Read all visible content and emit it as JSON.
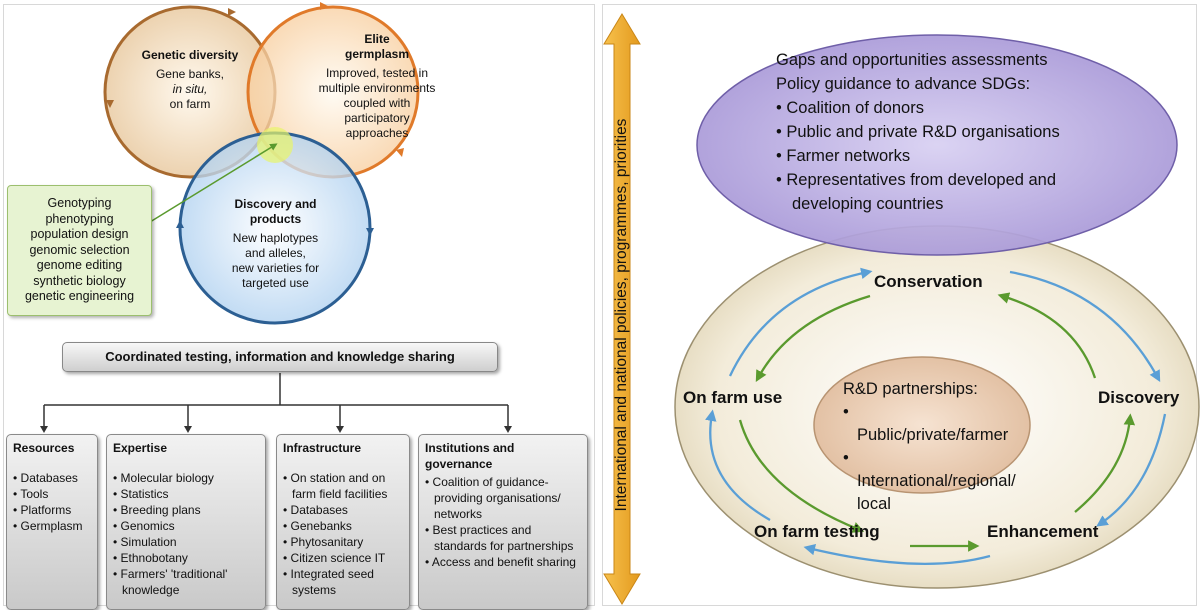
{
  "venn": {
    "genetic_diversity": {
      "title": "Genetic diversity",
      "lines": [
        "Gene banks,",
        "in situ,",
        "on farm"
      ]
    },
    "elite_germplasm": {
      "title": "Elite germplasm",
      "lines": [
        "Improved, tested in",
        "multiple environments",
        "coupled with",
        "participatory",
        "approaches"
      ]
    },
    "discovery_products": {
      "title": "Discovery and products",
      "lines": [
        "New haplotypes",
        "and alleles,",
        "new varieties for",
        "targeted use"
      ]
    }
  },
  "tools_box": {
    "items": [
      "Genotyping",
      "phenotyping",
      "population design",
      "genomic selection",
      "genome editing",
      "synthetic biology",
      "genetic engineering"
    ]
  },
  "coordinated_box": {
    "label": "Coordinated testing, information and knowledge sharing"
  },
  "categories": [
    {
      "title": "Resources",
      "items": [
        "Databases",
        "Tools",
        "Platforms",
        "Germplasm"
      ]
    },
    {
      "title": "Expertise",
      "items": [
        "Molecular biology",
        "Statistics",
        "Breeding plans",
        "Genomics",
        "Simulation",
        "Ethnobotany",
        "Farmers' 'traditional' knowledge"
      ]
    },
    {
      "title": "Infrastructure",
      "items": [
        "On station and on farm field facilities",
        "Databases",
        "Genebanks",
        "Phytosanitary",
        "Citizen science IT",
        "Integrated seed systems"
      ]
    },
    {
      "title": "Institutions and governance",
      "items": [
        "Coalition of guidance-providing organisations/ networks",
        "Best practices and standards for partnerships",
        "Access and benefit sharing"
      ]
    }
  ],
  "vertical_arrow": {
    "label": "International and national policies, programmes, priorities"
  },
  "top_ellipse": {
    "lines": [
      "Gaps and opportunities assessments",
      "Policy guidance to advance SDGs:"
    ],
    "items": [
      "Coalition of donors",
      "Public and private R&D organisations",
      "Farmer networks",
      "Representatives from developed and developing countries"
    ]
  },
  "cycle": {
    "conservation": "Conservation",
    "discovery": "Discovery",
    "enhancement": "Enhancement",
    "on_farm_testing": "On farm testing",
    "on_farm_use": "On farm use"
  },
  "inner_ellipse": {
    "title": "R&D partnerships:",
    "items": [
      "Public/private/farmer",
      "International/regional/ local"
    ]
  },
  "colors": {
    "brown": "#a86a2f",
    "orange": "#e07a2a",
    "blue": "#2c5f93",
    "green_arrow": "#5a9a2e",
    "blue_arrow": "#5a9fd6",
    "purple": "#a99ad8",
    "beige": "#efe6cf",
    "vertical_arrow": "#f0a830"
  }
}
